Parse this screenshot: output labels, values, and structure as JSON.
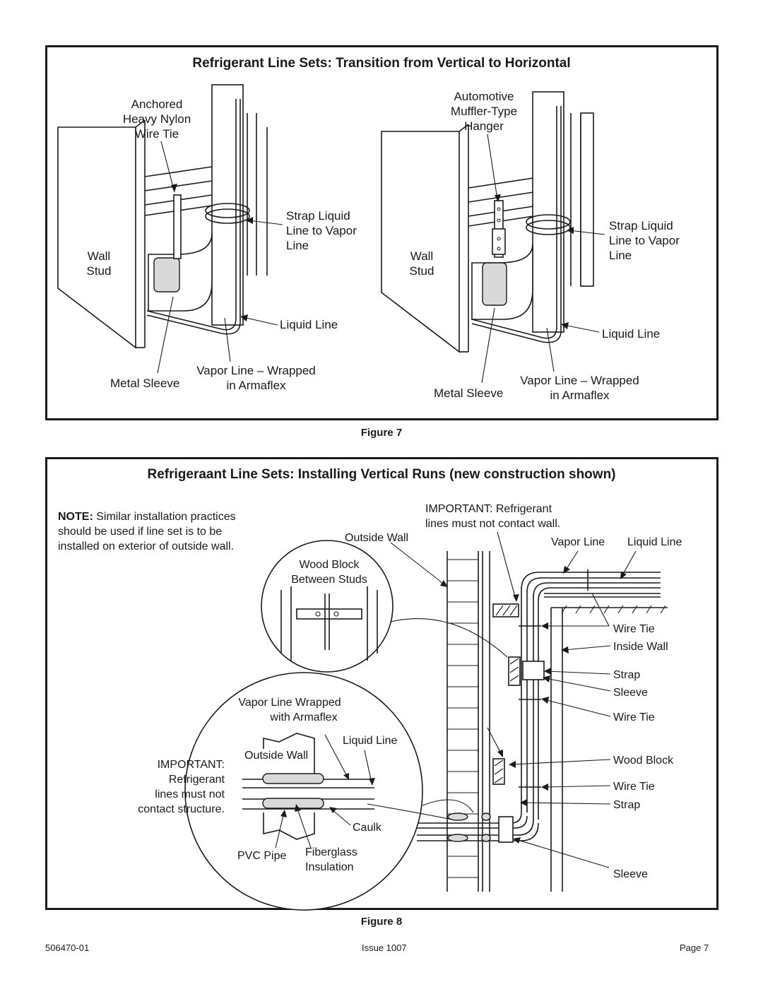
{
  "figure7": {
    "title": "Refrigerant Line Sets:  Transition from Vertical to Horizontal",
    "left": {
      "wire_tie_label": [
        "Anchored",
        "Heavy Nylon",
        "Wire Tie"
      ],
      "strap_label": [
        "Strap Liquid",
        "Line to Vapor",
        "Line"
      ],
      "wall_stud_label": [
        "Wall",
        "Stud"
      ],
      "liquid_line_label": "Liquid Line",
      "vapor_line_label": [
        "Vapor Line – Wrapped",
        "in Armaflex"
      ],
      "metal_sleeve_label": "Metal Sleeve"
    },
    "right": {
      "hanger_label": [
        "Automotive",
        "Muffler-Type",
        "Hanger"
      ],
      "strap_label": [
        "Strap Liquid",
        "Line to Vapor",
        "Line"
      ],
      "wall_stud_label": [
        "Wall",
        "Stud"
      ],
      "liquid_line_label": "Liquid Line",
      "vapor_line_label": [
        "Vapor Line – Wrapped",
        "in Armaflex"
      ],
      "metal_sleeve_label": "Metal Sleeve"
    },
    "caption": "Figure 7"
  },
  "figure8": {
    "title": "Refrigeraant Line Sets:  Installing Vertical Runs (new construction shown)",
    "note_bold": "NOTE:",
    "note_lines": [
      " Similar installation practices",
      "should be  used if line set is to be",
      "installed on exterior of outside wall."
    ],
    "important_top": [
      "IMPORTANT: Refrigerant",
      "lines must not contact wall."
    ],
    "outside_wall": "Outside Wall",
    "vapor_line": "Vapor Line",
    "liquid_line": "Liquid Line",
    "wood_block_between": [
      "Wood Block",
      "Between Studs"
    ],
    "right_labels": {
      "wire_tie_1": "Wire Tie",
      "inside_wall": "Inside Wall",
      "strap_1": "Strap",
      "sleeve_1": "Sleeve",
      "wire_tie_2": "Wire Tie",
      "wood_block": "Wood Block",
      "wire_tie_3": "Wire Tie",
      "strap_2": "Strap",
      "sleeve_2": "Sleeve"
    },
    "detail": {
      "vapor_wrapped": [
        "Vapor Line Wrapped",
        "with Armaflex"
      ],
      "liquid_line": "Liquid Line",
      "outside_wall": "Outside Wall",
      "important": [
        "IMPORTANT:",
        "Refrigerant",
        "lines must not",
        "contact structure."
      ],
      "caulk": "Caulk",
      "pvc_pipe": "PVC Pipe",
      "fiberglass": [
        "Fiberglass",
        "Insulation"
      ]
    },
    "caption": "Figure 8"
  },
  "footer": {
    "doc_number": "506470-01",
    "issue": "Issue 1007",
    "page": "Page  7"
  }
}
